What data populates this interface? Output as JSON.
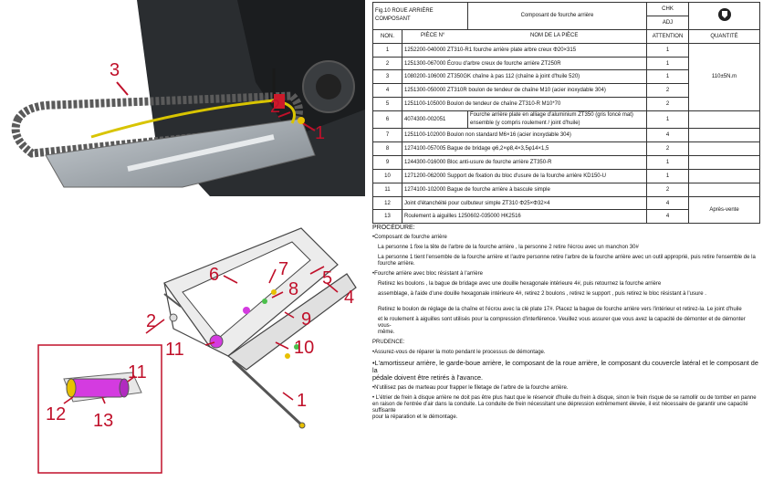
{
  "callouts": [
    "3",
    "2",
    "1",
    "6",
    "7",
    "8",
    "5",
    "4",
    "2",
    "9",
    "11",
    "10",
    "1",
    "11",
    "12",
    "13"
  ],
  "table": {
    "fig_title": "Fig.10 ROUE ARRIÈRE COMPOSANT",
    "component_title": "Composant de fourche arrière",
    "chk_label": "CHK",
    "adj_label": "ADJ",
    "columns": [
      "NON.",
      "PIÈCE N°",
      "NOM DE LA PIÈCE",
      "ATTENTION",
      "QUANTITÉ"
    ],
    "rows": [
      {
        "no": "1",
        "part": "1252200-040000 ZT310-R1 fourche arrière plate arbre creux Φ20×315",
        "qty": "1",
        "note": "110±5N.m"
      },
      {
        "no": "2",
        "part": "1251300-067000 Écrou d'arbre creux de fourche arrière ZT250R",
        "qty": "1",
        "note": ""
      },
      {
        "no": "3",
        "part": "1080200-106000 ZT350GK chaîne à pas 112 (chaîne à joint d'huile 520)",
        "qty": "1",
        "note": ""
      },
      {
        "no": "4",
        "part": "1251300-050000 ZT310R boulon de tendeur de chaîne M10 (acier inoxydable 304)",
        "qty": "2",
        "note": ""
      },
      {
        "no": "5",
        "part": "1251100-105000 Boulon de tendeur de chaîne ZT310-R M10*70",
        "qty": "2",
        "note": ""
      },
      {
        "no": "6",
        "part": "4074300-002051",
        "name_line1": "Fourche arrière plate en alliage d'aluminium ZT350 (gris foncé mat)",
        "name_line2": "ensemble (y compris roulement / joint d'huile)",
        "qty": "1",
        "note": ""
      },
      {
        "no": "7",
        "part": "1251100-102000 Boulon non standard M6×16 (acier inoxydable 304)",
        "qty": "4",
        "note": ""
      },
      {
        "no": "8",
        "part": "1274100-057005 Bague de bridage φ6,2×φ8,4×3,5φ14×1,5",
        "qty": "2",
        "note": ""
      },
      {
        "no": "9",
        "part": "1244300-016000 Bloc anti-usure de fourche arrière ZT350-R",
        "qty": "1",
        "note": ""
      },
      {
        "no": "10",
        "part": "1271200-062000 Support de fixation du bloc d'usure de la fourche arrière KD150-U",
        "qty": "1",
        "note": ""
      },
      {
        "no": "11",
        "part": "1274100-102000 Bague de fourche arrière à bascule simple",
        "qty": "2",
        "note": ""
      },
      {
        "no": "12",
        "part": "Joint d'étanchéité pour culbuteur simple ZT310 Φ25×Φ32×4",
        "qty": "4",
        "note": "Après-vente"
      },
      {
        "no": "13",
        "part": "Roulement à aiguilles 1250602-035000 HK2516",
        "qty": "4",
        "note": ""
      }
    ]
  },
  "procedure": {
    "title": "PROCÉDURE:",
    "removal_title": "•Composant de fourche arrière",
    "removal_1": "La personne 1 fixe la tête de l'arbre de la fourche arrière   , la personne 2 retire l'écrou   avec un manchon 30#",
    "removal_2": "La personne 1 tient l'ensemble de la fourche arrière et l'autre personne retire l'arbre de la fourche arrière   avec un outil approprié, puis retire l'ensemble de la",
    "removal_2b": "fourche arrière.",
    "block_title": "•Fourche arrière avec bloc résistant à l'arrière",
    "block_1": "Retirez les boulons   , la bague de bridage   avec une douille hexagonale intérieure 4#, puis retournez la fourche arrière",
    "block_2": "assemblage, à l'aide d'une douille hexagonale intérieure 4#, retirez 2 boulons   , retirez le support   , puis retirez le bloc résistant à l'usure   .",
    "chain_1": "Retirez le boulon de réglage de la chaîne   et l'écrou   avec la clé plate 17#. Placez la bague de fourche arrière   vers l'intérieur et retirez-la. Le joint d'huile",
    "chain_2": "et le roulement à aiguilles   sont utilisés pour la compression d'interférence. Veuillez vous assurer que vous avez la capacité de démonter et de démonter vous-",
    "chain_3": "même.",
    "caution_title": "PRUDENCE:",
    "caution_1": "•Assurez-vous de réparer la moto pendant le processus de démontage.",
    "caution_2a": "•L'amortisseur arrière, le garde-boue arrière, le composant de la roue arrière, le composant du couvercle latéral et le composant de la",
    "caution_2b": "pédale doivent être retirés à l'avance.",
    "caution_3": "•N'utilisez pas de marteau pour frapper le filetage de l'arbre de la fourche arrière.",
    "caution_4a": "• L'étrier de frein à disque arrière ne doit pas être plus haut que le réservoir d'huile du frein à disque, sinon le frein risque de se ramollir ou de tomber en panne",
    "caution_4b": "en raison de l'entrée d'air dans la conduite. La conduite de frein nécessitant une dépression extrêmement élevée, il est nécessaire de garantir une capacité suffisante",
    "caution_4c": "pour la réparation et le démontage."
  },
  "colors": {
    "callout": "#c0102a",
    "pink": "#d43be0",
    "gold": "#e8c000"
  }
}
